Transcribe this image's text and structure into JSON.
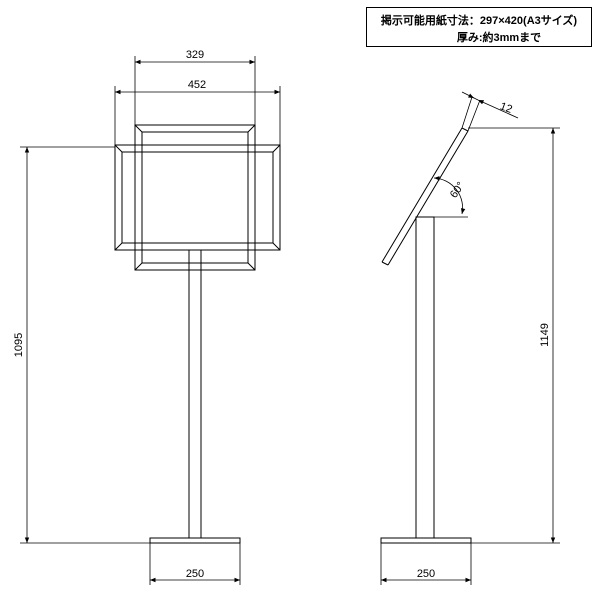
{
  "spec_note": {
    "line1": "掲示可能用紙寸法：297×420(A3サイズ)",
    "line2": "厚み:約3mmまで"
  },
  "front_view": {
    "frame_inner_width": "329",
    "frame_outer_width": "452",
    "total_height": "1095",
    "base_width": "250"
  },
  "side_view": {
    "panel_thickness": "12",
    "tilt_angle": "60°",
    "total_height": "1149",
    "base_width": "250"
  }
}
